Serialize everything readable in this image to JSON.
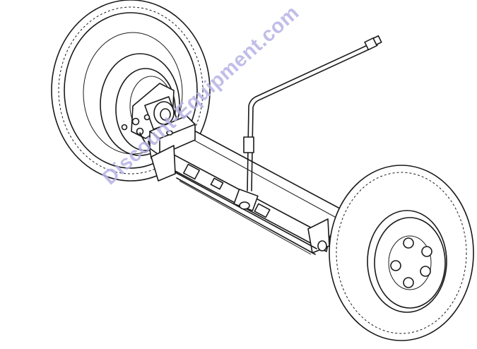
{
  "watermark": {
    "text": "Discount-Equipment.com",
    "color": "#b7b2e6"
  },
  "colors": {
    "line": "#1a1a1a",
    "background": "#ffffff"
  },
  "parts": {
    "wheel_left": "tire-left",
    "wheel_right": "tire-right",
    "axle": "square-axle-tube",
    "brake_line": "brake-line-tube",
    "brake_assembly": "drum-brake-assembly",
    "lug_nuts_count": 5
  }
}
